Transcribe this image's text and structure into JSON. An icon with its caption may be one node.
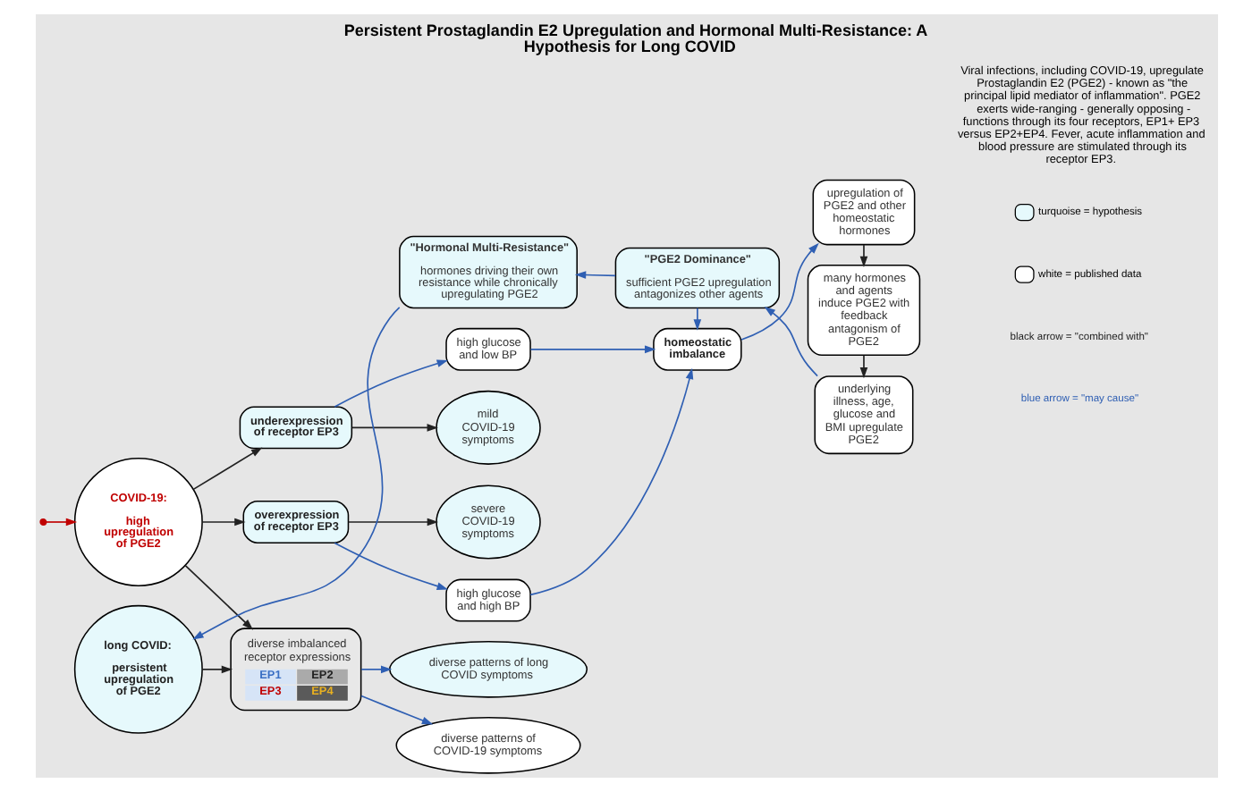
{
  "diagram": {
    "title": "Persistent Prostaglandin E2 Upregulation and Hormonal Multi-Resistance: A Hypothesis for Long COVID",
    "nodes": [
      {
        "text": [
          "COVID-19:",
          "high upregulation of PGE2"
        ]
      },
      {
        "text": [
          "overexpression of receptor EP3"
        ]
      },
      {
        "text": [
          "underexpression of receptor EP3"
        ]
      },
      {
        "text": [
          "severe COVID-19 symptoms"
        ]
      },
      {
        "text": [
          "mild COVID-19 symptoms"
        ]
      },
      {
        "text": [
          "high glucose and high BP"
        ]
      },
      {
        "text": [
          "high glucose and low BP"
        ]
      },
      {
        "text": [
          "homeostatic imbalance"
        ]
      },
      {
        "text": [
          "upregulation of PGE2 and other homeostatic hormones"
        ]
      },
      {
        "text": [
          "many hormones and agents induce PGE2 with feedback antagonism of PGE2"
        ]
      },
      {
        "text": [
          "long COVID:",
          "persistent upregulation of PGE2"
        ]
      },
      {
        "text": [
          "diverse imbalanced receptor expressions",
          "EP1",
          "EP2",
          "EP3",
          "EP4"
        ]
      },
      {
        "text": [
          "diverse patterns of COVID-19 symptoms"
        ]
      },
      {
        "text": [
          "diverse patterns of long COVID symptoms"
        ]
      },
      {
        "text": [
          "underlying illness, age, glucose and BMI upregulate PGE2"
        ]
      },
      {
        "text": [
          "\"PGE2 Dominance\"",
          "sufficient PGE2 upregulation antagonizes other agents"
        ]
      },
      {
        "text": [
          "\"Hormonal Multi-Resistance\"",
          "hormones driving their own resistance while chronically upregulating PGE2"
        ]
      }
    ],
    "edges": [
      {
        "from": null,
        "to": 0,
        "arrow": "to",
        "color": "#c00000"
      },
      {
        "from": 0,
        "to": 1,
        "arrow": "to",
        "color": "#222222"
      },
      {
        "from": 0,
        "to": 2,
        "arrow": "to",
        "color": "#222222"
      },
      {
        "from": 0,
        "to": 11,
        "arrow": "to",
        "color": "#222222"
      },
      {
        "from": 1,
        "to": 3,
        "arrow": "to",
        "color": "#222222"
      },
      {
        "from": 2,
        "to": 4,
        "arrow": "to",
        "color": "#222222"
      },
      {
        "from": 1,
        "to": 5,
        "arrow": "to"
      },
      {
        "from": 2,
        "to": 6,
        "arrow": "to"
      },
      {
        "from": 5,
        "to": 7,
        "arrow": "to"
      },
      {
        "from": 6,
        "to": 7,
        "arrow": "to"
      },
      {
        "from": 7,
        "to": 8,
        "arrow": "to"
      },
      {
        "from": 8,
        "to": 9,
        "arrow": "to",
        "color": "#222222"
      },
      {
        "from": 9,
        "to": 14,
        "arrow": "to",
        "color": "#222222"
      },
      {
        "from": 10,
        "to": 11,
        "arrow": "to",
        "color": "#222222"
      },
      {
        "from": 11,
        "to": 12,
        "arrow": "to"
      },
      {
        "from": 11,
        "to": 13,
        "arrow": "to"
      },
      {
        "from": 14,
        "to": 15,
        "arrow": "to"
      },
      {
        "from": 15,
        "to": 7,
        "arrow": "to"
      },
      {
        "from": 15,
        "to": 16,
        "arrow": "to"
      },
      {
        "from": 16,
        "to": 10,
        "arrow": "to"
      }
    ],
    "labels": [
      "Viral infections, including COVID-19, upregulate Prostaglandin E2 (PGE2) - known as \"the principal lipid mediator of inflammation\". PGE2 exerts wide-ranging - generally opposing - functions through its four receptors, EP1+ EP3 versus EP2+EP4. Fever, acute inflammation and blood pressure are stimulated through its receptor EP3."
    ],
    "legend": [
      {
        "text": "turquoise = hypothesis",
        "color": "#e6f9fc"
      },
      {
        "text": "white = published data",
        "color": "#ffffff"
      },
      {
        "text": "black arrow = \"combined with\""
      },
      {
        "text": "blue arrow = \"may cause\""
      }
    ]
  }
}
